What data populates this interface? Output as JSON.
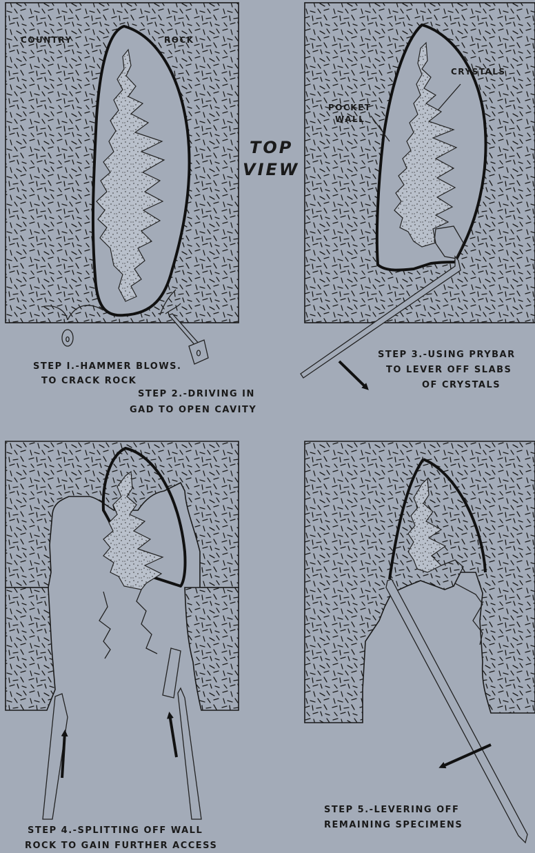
{
  "figure": {
    "title_line1": "TOP",
    "title_line2": "VIEW"
  },
  "labels": {
    "country": "COUNTRY",
    "rock": "ROCK",
    "pocket": "POCKET",
    "wall": "WALL",
    "crystals": "CRYSTALS"
  },
  "steps": [
    {
      "line1": "STEP I.-HAMMER BLOWS.",
      "line2": "TO CRACK ROCK"
    },
    {
      "line1": "STEP 2.-DRIVING IN",
      "line2": "GAD TO OPEN CAVITY"
    },
    {
      "line1": "STEP 3.-USING PRYBAR",
      "line2": "TO LEVER OFF SLABS",
      "line3": "OF CRYSTALS"
    },
    {
      "line1": "STEP 4.-SPLITTING OFF WALL",
      "line2": "ROCK TO GAIN FURTHER ACCESS"
    },
    {
      "line1": "STEP 5.-LEVERING OFF",
      "line2": "REMAINING SPECIMENS"
    }
  ],
  "colors": {
    "background": "#a3abb8",
    "ink": "#1a1a1a"
  }
}
